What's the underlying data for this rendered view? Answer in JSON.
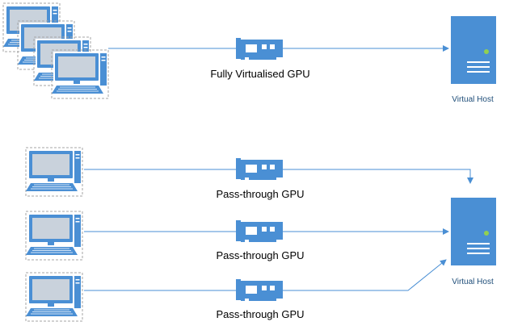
{
  "colors": {
    "accent": "#4a8fd4",
    "accent_dark": "#2f6fb3",
    "screen": "#c9d2dc",
    "line": "#4a8fd4",
    "host_label": "#1f4e79",
    "dash_border": "#a6a6a6",
    "host_led": "#92d050"
  },
  "icons": {
    "client": "desktop-computer-icon",
    "gpu": "gpu-card-icon",
    "host": "server-tower-icon"
  },
  "top_section": {
    "gpu_label": "Fully Virtualised GPU",
    "host_label": "Virtual Host"
  },
  "bottom_section": {
    "gpu_labels": [
      "Pass-through GPU",
      "Pass-through GPU",
      "Pass-through GPU"
    ],
    "host_label": "Virtual Host"
  }
}
